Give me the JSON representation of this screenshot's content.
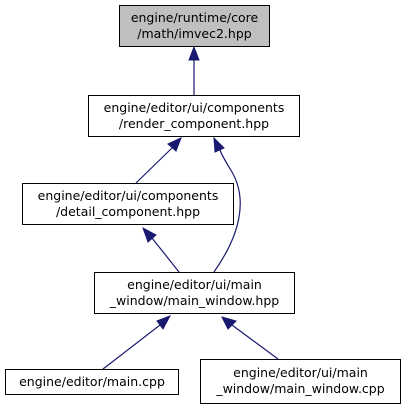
{
  "colors": {
    "highlight_fill": "#bfbfbf",
    "node_fill": "#ffffff",
    "node_stroke": "#000000",
    "edge": "#191970"
  },
  "nodes": {
    "imvec2": {
      "line1": "engine/runtime/core",
      "line2": "/math/imvec2.hpp"
    },
    "render_component": {
      "line1": "engine/editor/ui/components",
      "line2": "/render_component.hpp"
    },
    "detail_component": {
      "line1": "engine/editor/ui/components",
      "line2": "/detail_component.hpp"
    },
    "main_window_hpp": {
      "line1": "engine/editor/ui/main",
      "line2": "_window/main_window.hpp"
    },
    "main_cpp": {
      "line1": "engine/editor/main.cpp"
    },
    "main_window_cpp": {
      "line1": "engine/editor/ui/main",
      "line2": "_window/main_window.cpp"
    }
  }
}
